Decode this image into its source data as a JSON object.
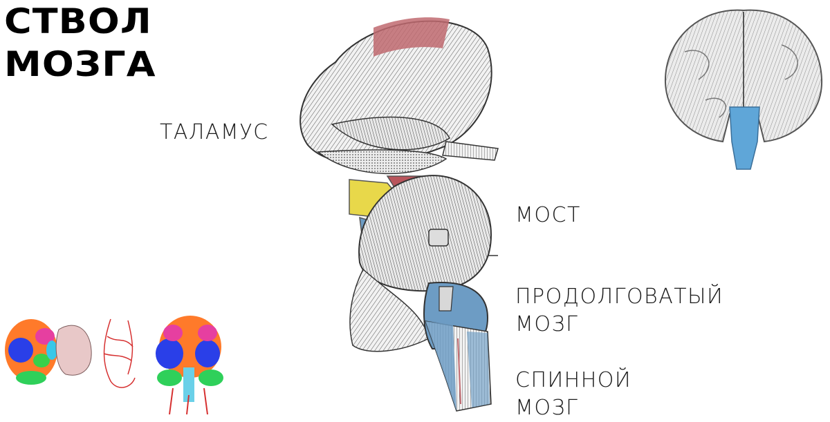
{
  "title": {
    "line1": "СТВОЛ",
    "line2": "МОЗГА"
  },
  "labels": {
    "thalamus": "ТАЛАМУС",
    "pons": "МОСТ",
    "medulla_line1": "ПРОДОЛГОВАТЫЙ",
    "medulla_line2": "МОЗГ",
    "spinal_line1": "СПИННОЙ",
    "spinal_line2": "МОЗГ"
  },
  "colors": {
    "highlight_red": "#b9555c",
    "highlight_yellow": "#e8d84a",
    "highlight_blue": "#6d9cc4",
    "spinal_blue": "#3a8fc8"
  }
}
